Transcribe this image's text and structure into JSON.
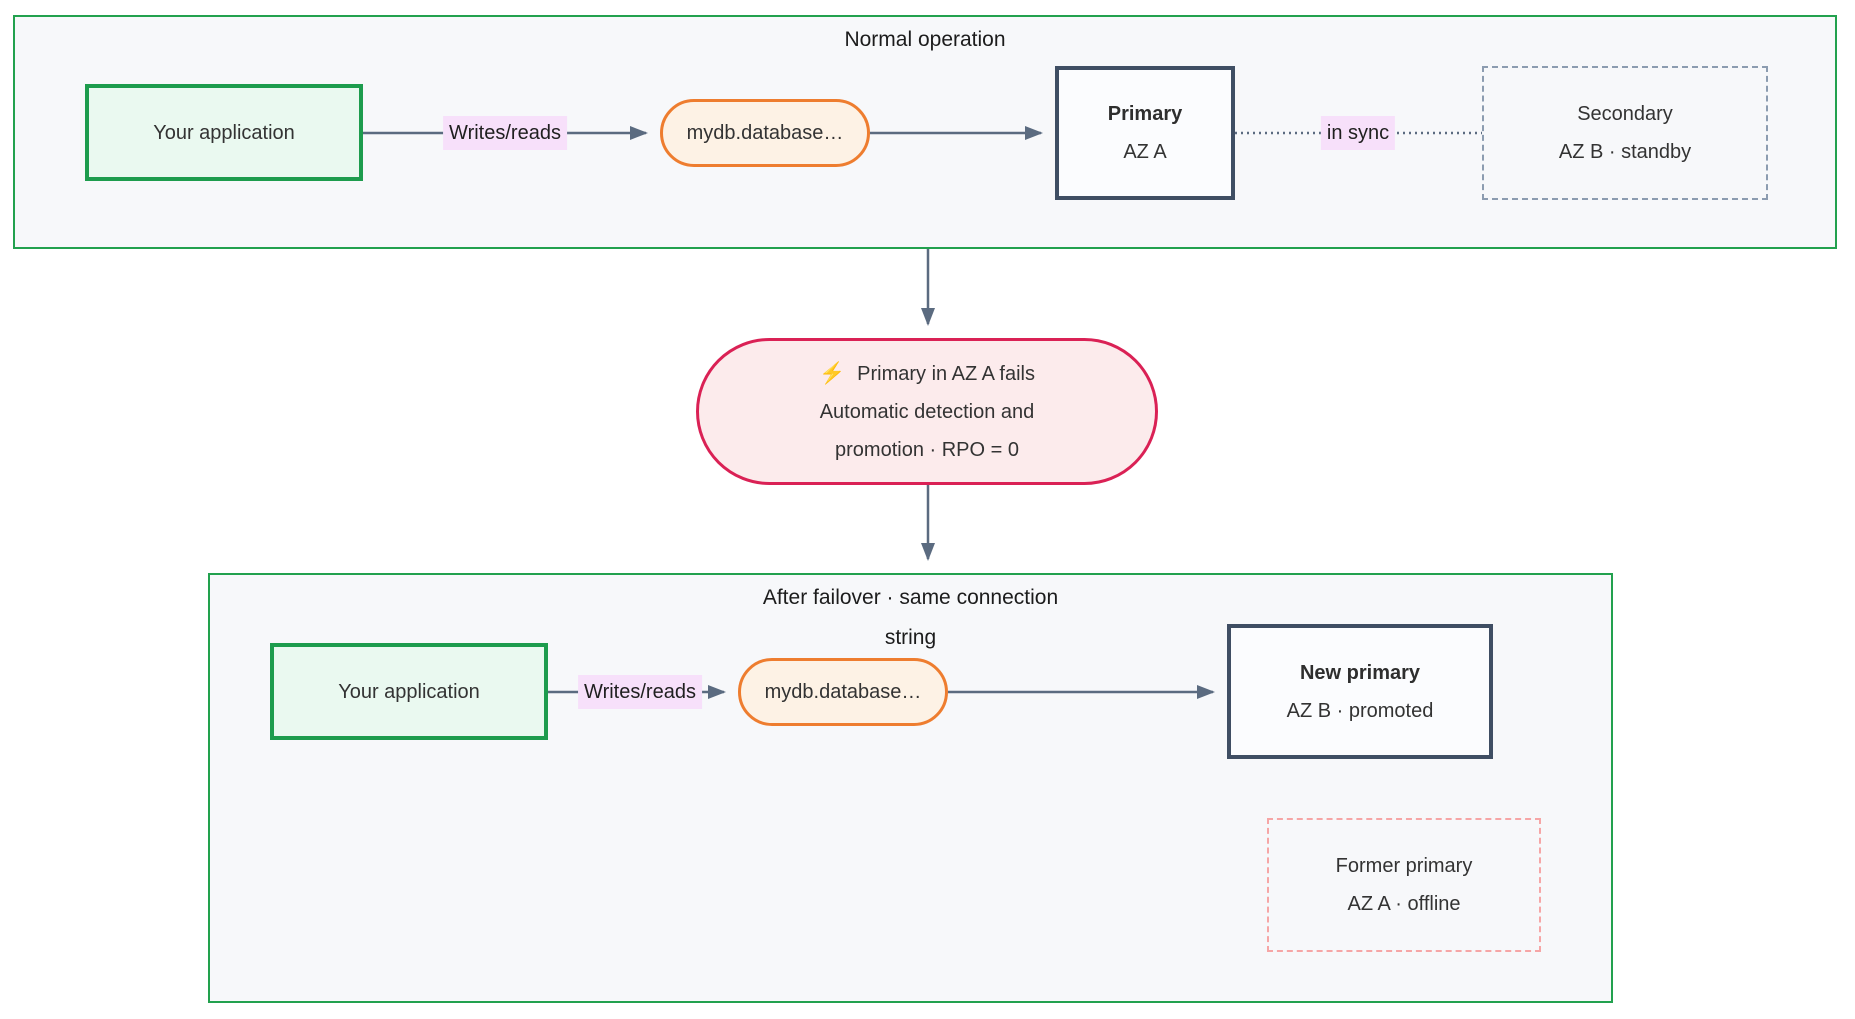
{
  "diagram": {
    "sections": {
      "normal": {
        "title": "Normal operation"
      },
      "after": {
        "title": "After failover · same connection string"
      }
    },
    "nodes": {
      "app_top": {
        "label": "Your application"
      },
      "dns_top": {
        "label": "mydb.database…"
      },
      "primary": {
        "title": "Primary",
        "subtitle": "AZ A"
      },
      "secondary": {
        "title": "Secondary",
        "subtitle": "AZ B · standby"
      },
      "failure": {
        "icon": "⚡",
        "line1": "Primary in AZ A fails",
        "line2": "Automatic detection and",
        "line3": "promotion · RPO = 0"
      },
      "app_bottom": {
        "label": "Your application"
      },
      "dns_bottom": {
        "label": "mydb.database…"
      },
      "new_primary": {
        "title": "New primary",
        "subtitle": "AZ B · promoted"
      },
      "former_primary": {
        "title": "Former primary",
        "subtitle": "AZ A · offline"
      }
    },
    "edge_labels": {
      "writes_reads_top": "Writes/reads",
      "in_sync": "in sync",
      "writes_reads_bottom": "Writes/reads"
    },
    "colors": {
      "section_border": "#22a14e",
      "section_bg": "#f7f8fa",
      "app_border": "#1d9c4d",
      "app_bg": "#eaf9f0",
      "dns_border": "#ee7d2f",
      "dns_bg": "#fdf2e5",
      "primary_border": "#3f4e63",
      "standby_border": "#8c9cb0",
      "failure_border": "#da2155",
      "failure_bg": "#fcebec",
      "offline_border": "#f6a6a6",
      "edge": "#5b6b80",
      "edge_label_bg": "#f7e0fa"
    }
  }
}
